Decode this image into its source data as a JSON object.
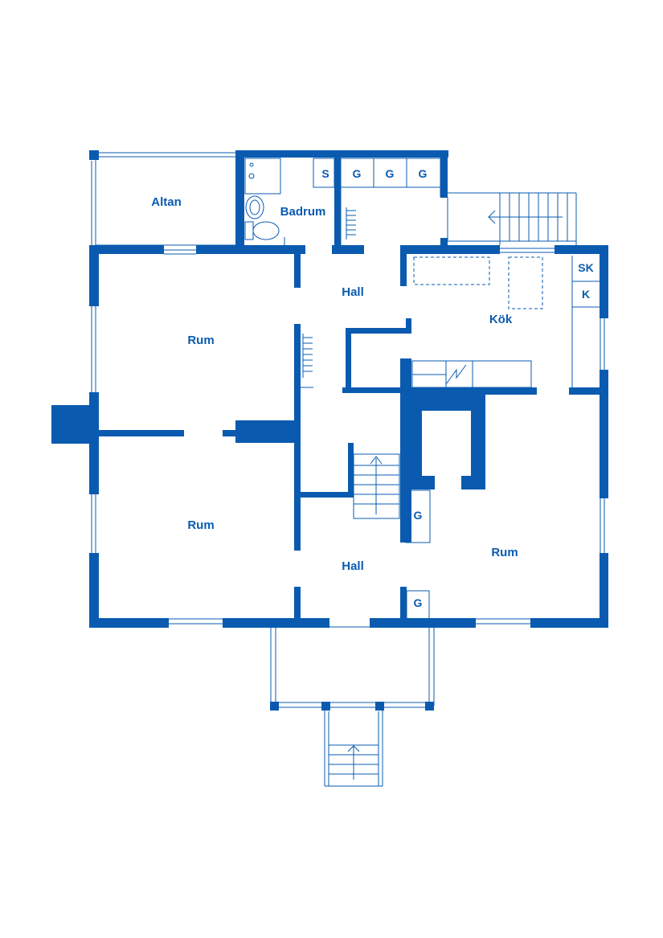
{
  "colors": {
    "wall": "#0a5bb0",
    "background": "#ffffff"
  },
  "rooms": {
    "altan": "Altan",
    "badrum": "Badrum",
    "hall_upper": "Hall",
    "kok": "Kök",
    "rum_upper_left": "Rum",
    "rum_lower_left": "Rum",
    "hall_lower": "Hall",
    "rum_lower_right": "Rum"
  },
  "storage": {
    "bath_s": "S",
    "g1": "G",
    "g2": "G",
    "g3": "G",
    "kitchen_sk": "SK",
    "kitchen_k": "K",
    "stair_g": "G",
    "entry_g": "G"
  }
}
